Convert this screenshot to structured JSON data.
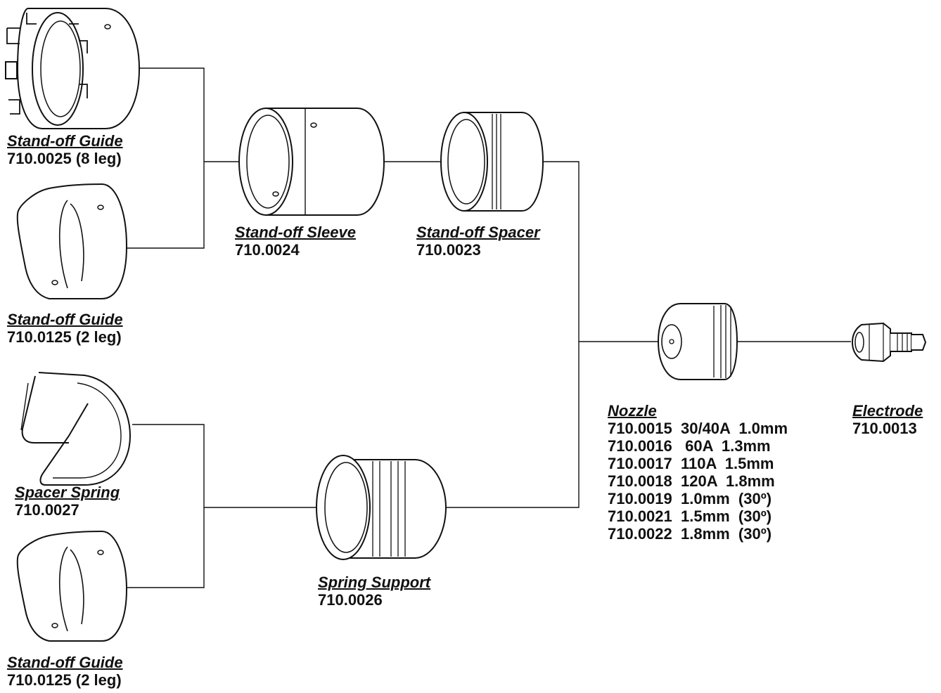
{
  "parts": {
    "guide_8leg": {
      "name": "Stand-off Guide",
      "number": "710.0025  (8 leg)"
    },
    "guide_2leg_top": {
      "name": "Stand-off Guide",
      "number": "710.0125 (2 leg)"
    },
    "spacer_spring": {
      "name": "Spacer Spring",
      "number": "710.0027"
    },
    "guide_2leg_bottom": {
      "name": "Stand-off Guide",
      "number": "710.0125  (2 leg)"
    },
    "sleeve": {
      "name": "Stand-off Sleeve",
      "number": "710.0024"
    },
    "spacer": {
      "name": "Stand-off Spacer",
      "number": "710.0023"
    },
    "spring_support": {
      "name": "Spring Support",
      "number": "710.0026"
    },
    "nozzle": {
      "name": "Nozzle",
      "rows": [
        "710.0015  30/40A  1.0mm",
        "710.0016   60A  1.3mm",
        "710.0017  110A  1.5mm",
        "710.0018  120A  1.8mm",
        "710.0019  1.0mm  (30º)",
        "710.0021  1.5mm  (30º)",
        "710.0022  1.8mm  (30º)"
      ]
    },
    "electrode": {
      "name": "Electrode",
      "number": "710.0013"
    }
  },
  "colors": {
    "line": "#111111",
    "background": "#ffffff"
  }
}
